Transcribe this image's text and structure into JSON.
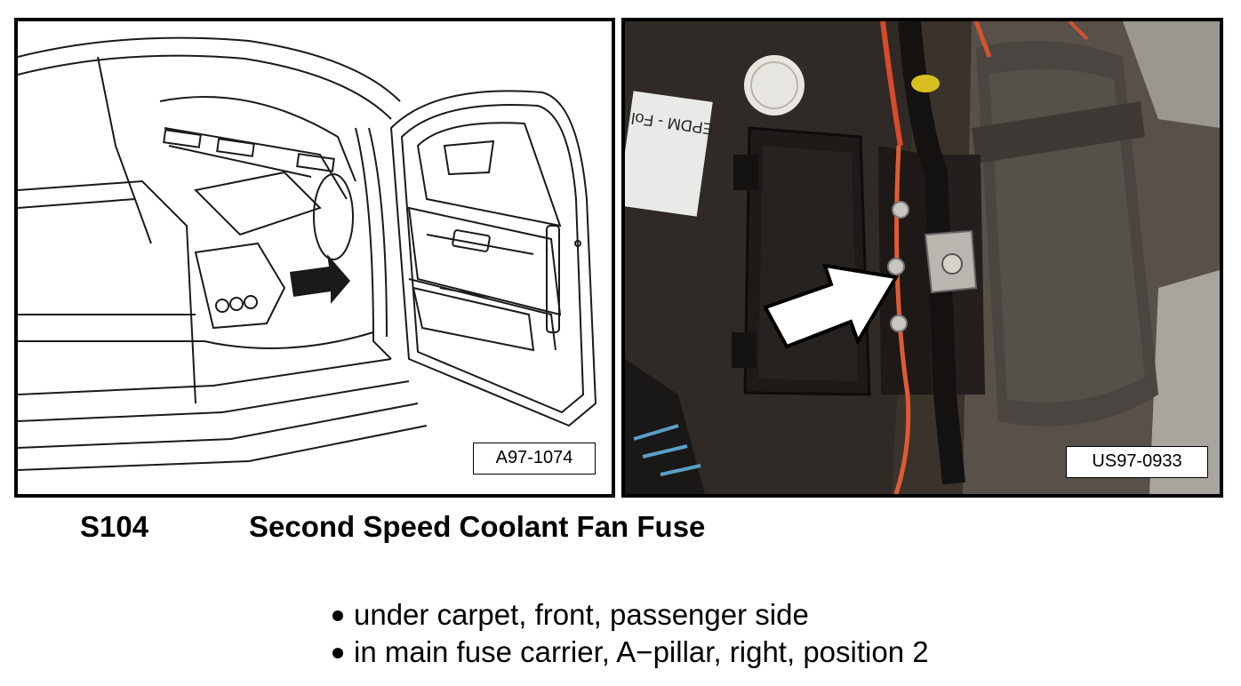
{
  "figures": {
    "left": {
      "ref_label": "A97-1074"
    },
    "right": {
      "ref_label": "US97-0933",
      "sticker_text": "EPDM - Fol"
    }
  },
  "component": {
    "code": "S104",
    "title": "Second Speed Coolant Fan Fuse"
  },
  "locations": [
    "under carpet, front, passenger side",
    "in main fuse carrier, A−pillar, right, position 2"
  ]
}
